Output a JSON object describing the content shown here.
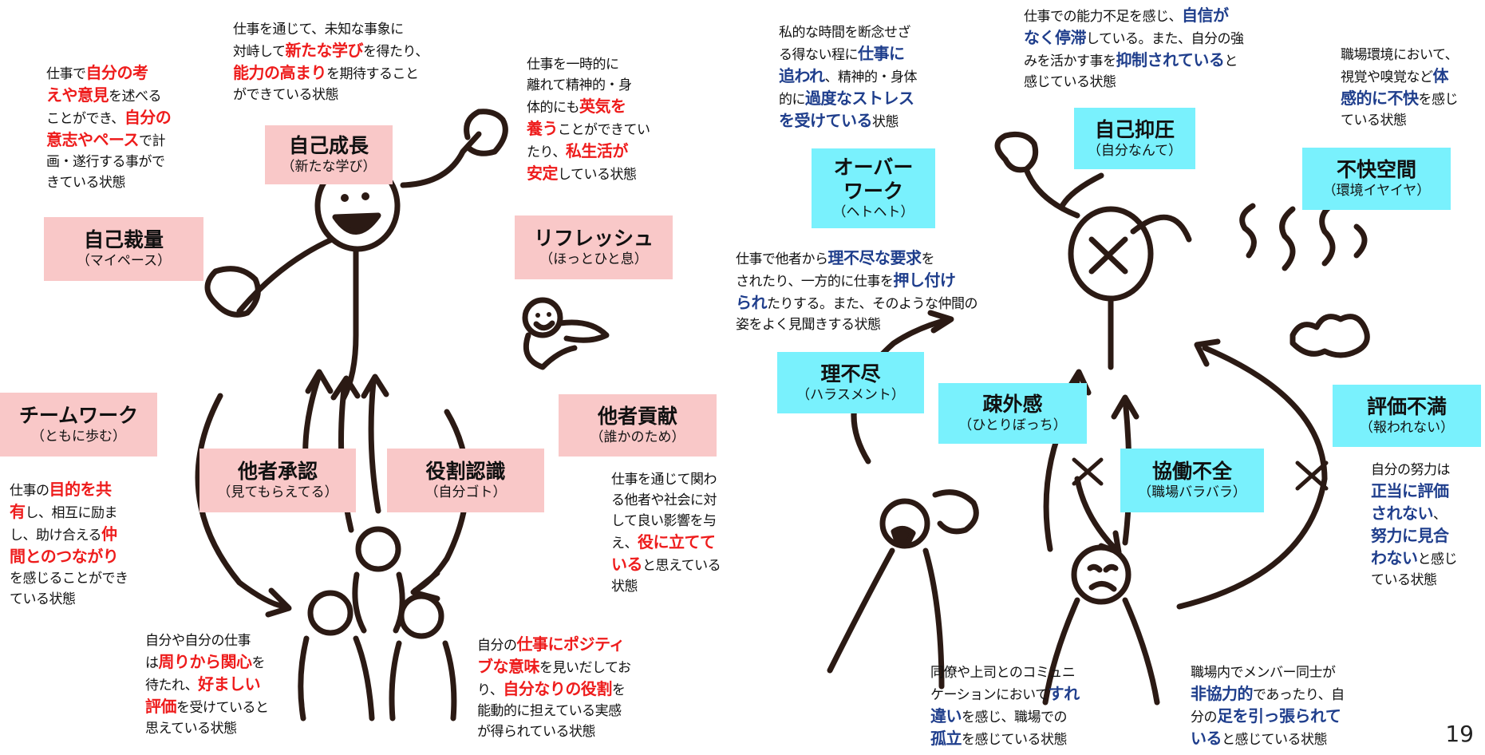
{
  "page_number": "19",
  "left": {
    "boxes": {
      "self_growth": {
        "title": "自己成長",
        "sub": "（新たな学び）"
      },
      "self_discretion": {
        "title": "自己裁量",
        "sub": "（マイペース）"
      },
      "refresh": {
        "title": "リフレッシュ",
        "sub": "（ほっとひと息）"
      },
      "teamwork": {
        "title": "チームワーク",
        "sub": "（ともに歩む）"
      },
      "contribution": {
        "title": "他者貢献",
        "sub": "（誰かのため）"
      },
      "recognition": {
        "title": "他者承認",
        "sub": "（見てもらえてる）"
      },
      "role": {
        "title": "役割認識",
        "sub": "（自分ゴト）"
      }
    },
    "descriptions": {
      "self_growth": [
        "仕事を通じて、未知な事象に",
        "対峙して",
        "新たな学び",
        "を得たり、",
        "能力の高まり",
        "を期待すること",
        "ができている状態"
      ],
      "self_discretion": [
        "仕事で",
        "自分の考",
        "えや意見",
        "を述べる",
        "ことができ、",
        "自分の",
        "意志やペース",
        "で計",
        "画・遂行する事がで",
        "きている状態"
      ],
      "refresh": [
        "仕事を一時的に",
        "離れて精神的・身",
        "体的にも",
        "英気を",
        "養う",
        "ことができてい",
        "たり、",
        "私生活が",
        "安定",
        "している状態"
      ],
      "teamwork": [
        "仕事の",
        "目的を共",
        "有",
        "し、相互に励ま",
        "し、助け合える",
        "仲",
        "間とのつながり",
        "を感じることができ",
        "ている状態"
      ],
      "contribution": [
        "仕事を通じて関わ",
        "る他者や社会に対",
        "して良い影響を与",
        "え、",
        "役に立てて",
        "いる",
        "と思えている",
        "状態"
      ],
      "recognition": [
        "自分や自分の仕事",
        "は",
        "周りから関心",
        "を",
        "待たれ、",
        "好ましい",
        "評価",
        "を受けていると",
        "思えている状態"
      ],
      "role": [
        "自分の",
        "仕事にポジティ",
        "ブな意味",
        "を見いだしてお",
        "り、",
        "自分なりの役割",
        "を",
        "能動的に担えている実感",
        "が得られている状態"
      ]
    }
  },
  "right": {
    "boxes": {
      "overwork": {
        "title1": "オーバー",
        "title2": "ワーク",
        "sub": "（ヘトヘト）"
      },
      "self_suppression": {
        "title": "自己抑圧",
        "sub": "（自分なんて）"
      },
      "discomfort": {
        "title": "不快空間",
        "sub": "（環境イヤイヤ）"
      },
      "unfair": {
        "title": "理不尽",
        "sub": "（ハラスメント）"
      },
      "alienation": {
        "title": "疎外感",
        "sub": "（ひとりぼっち）"
      },
      "dysfunction": {
        "title": "協働不全",
        "sub": "（職場バラバラ）"
      },
      "dissatisfaction": {
        "title": "評価不満",
        "sub": "（報われない）"
      }
    },
    "descriptions": {
      "overwork": [
        "私的な時間を断念せざ",
        "る得ない程に",
        "仕事に",
        "追われ",
        "、精神的・身体",
        "的に",
        "過度なストレス",
        "を受けている",
        "状態"
      ],
      "self_suppression": [
        "仕事での能力不足を感じ、",
        "自信が",
        "なく停滞",
        "している。また、自分の強",
        "みを活かす事を",
        "抑制されている",
        "と",
        "感じている状態"
      ],
      "discomfort": [
        "職場環境において、",
        "視覚や嗅覚など",
        "体",
        "感的に不快",
        "を感じ",
        "ている状態"
      ],
      "unfair": [
        "仕事で他者から",
        "理不尽な要求",
        "を",
        "されたり、一方的に仕事を",
        "押し付け",
        "られ",
        "たりする。また、そのような仲間の",
        "姿をよく見聞きする状態"
      ],
      "dissatisfaction": [
        "自分の努力は",
        "正当に評価",
        "されない",
        "、",
        "努力に見合",
        "わない",
        "と感じ",
        "ている状態"
      ],
      "alienation": [
        "同僚や上司とのコミュニ",
        "ケーションにおいて",
        "すれ",
        "違い",
        "を感じ、職場での",
        "孤立",
        "を感じている状態"
      ],
      "dysfunction": [
        "職場内でメンバー同士が",
        "非協力的",
        "であったり、自",
        "分の",
        "足を引っ張られて",
        "いる",
        "と感じている状態"
      ]
    }
  }
}
